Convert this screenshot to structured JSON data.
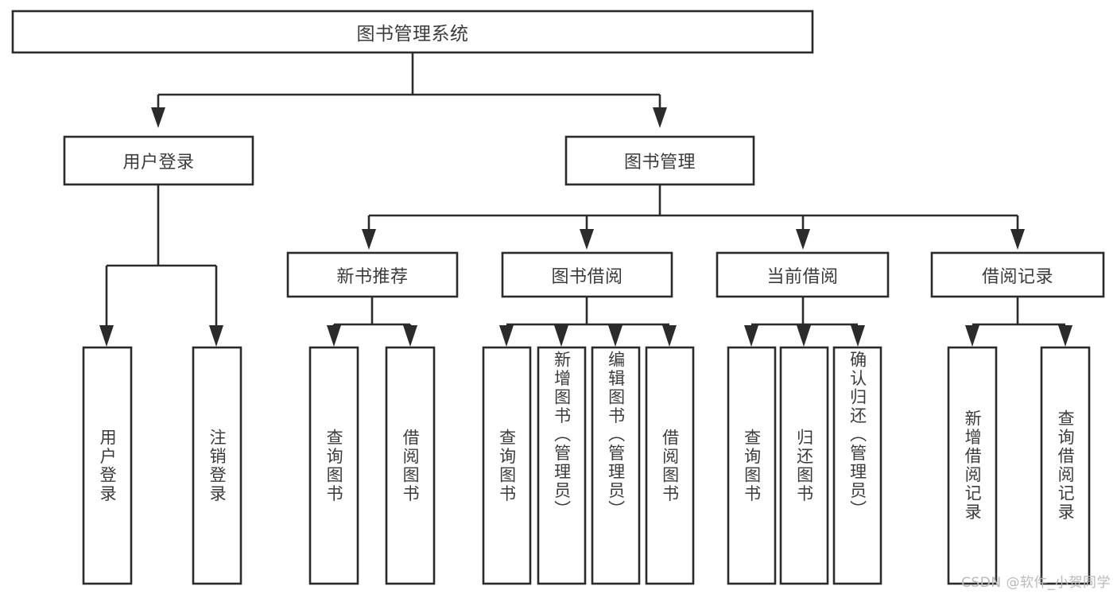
{
  "diagram": {
    "type": "tree",
    "orientation": "top-down",
    "title_node": {
      "label": "图书管理系统"
    },
    "level1": [
      {
        "label": "用户登录"
      },
      {
        "label": "图书管理"
      }
    ],
    "level2": [
      {
        "label": "新书推荐",
        "parent": "图书管理"
      },
      {
        "label": "图书借阅",
        "parent": "图书管理"
      },
      {
        "label": "当前借阅",
        "parent": "图书管理"
      },
      {
        "label": "借阅记录",
        "parent": "图书管理"
      }
    ],
    "leaves": {
      "user_login": [
        {
          "label": "用户登录"
        },
        {
          "label": "注销登录"
        }
      ],
      "new_book_recommend": [
        {
          "label": "查询图书"
        },
        {
          "label": "借阅图书"
        }
      ],
      "book_borrow": [
        {
          "label": "查询图书"
        },
        {
          "label": "新增图书（管理员）"
        },
        {
          "label": "编辑图书（管理员）"
        },
        {
          "label": "借阅图书"
        }
      ],
      "current_borrow": [
        {
          "label": "查询图书"
        },
        {
          "label": "归还图书"
        },
        {
          "label": "确认归还（管理员）"
        }
      ],
      "borrow_record": [
        {
          "label": "新增借阅记录"
        },
        {
          "label": "查询借阅记录"
        }
      ]
    }
  },
  "watermark": {
    "text": "CSDN @软件_小贺同学"
  },
  "colors": {
    "stroke": "#2b2b2b",
    "fill": "#ffffff",
    "text": "#3b3b3b",
    "watermark": "#b9b9b9",
    "background": "#ffffff"
  }
}
